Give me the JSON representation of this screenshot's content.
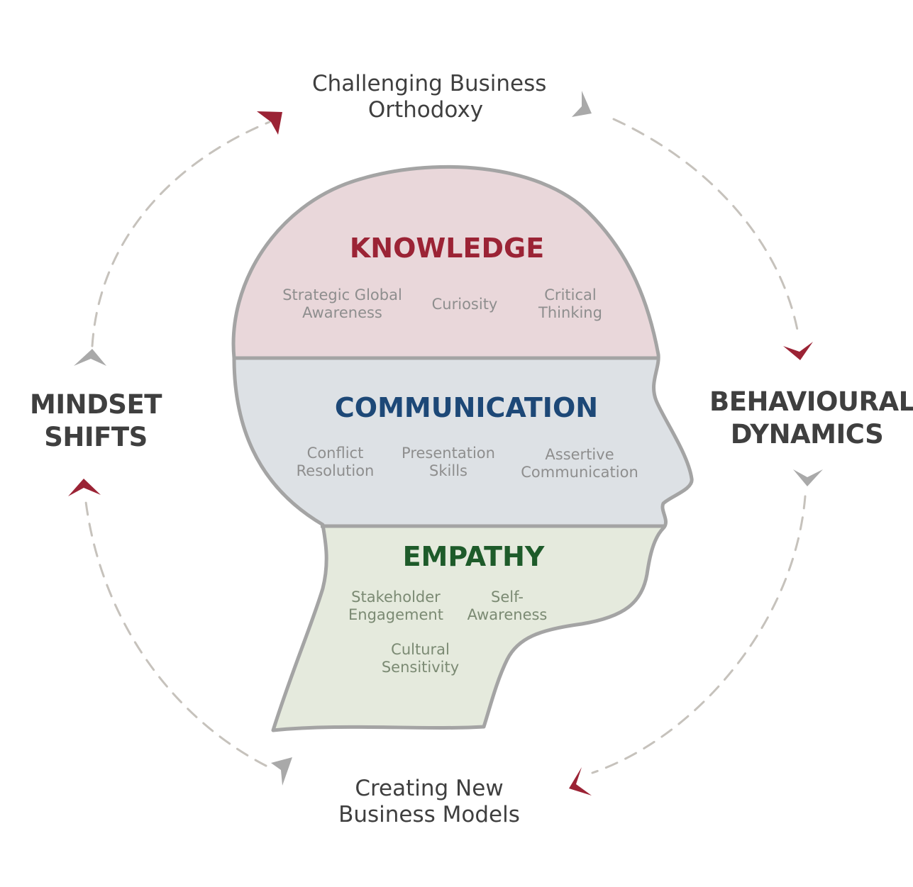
{
  "cycle": {
    "top": [
      "Challenging Business",
      "Orthodoxy"
    ],
    "left": [
      "MINDSET",
      "SHIFTS"
    ],
    "right": [
      "BEHAVIOURAL",
      "DYNAMICS"
    ],
    "bottom": [
      "Creating New",
      "Business Models"
    ]
  },
  "sections": {
    "knowledge": {
      "title": "KNOWLEDGE",
      "items": [
        [
          "Strategic Global",
          "Awareness"
        ],
        [
          "Curiosity"
        ],
        [
          "Critical",
          "Thinking"
        ]
      ]
    },
    "communication": {
      "title": "COMMUNICATION",
      "items": [
        [
          "Conflict",
          "Resolution"
        ],
        [
          "Presentation",
          "Skills"
        ],
        [
          "Assertive",
          "Communication"
        ]
      ]
    },
    "empathy": {
      "title": "EMPATHY",
      "items": [
        [
          "Stakeholder",
          "Engagement"
        ],
        [
          "Self-",
          "Awareness"
        ],
        [
          "Cultural",
          "Sensitivity"
        ]
      ]
    }
  },
  "colors": {
    "knowledge_title": "#9b2335",
    "communication_title": "#1d4877",
    "empathy_title": "#1e5b2a",
    "knowledge_band": "#e9d7da",
    "communication_band": "#dde1e5",
    "empathy_band": "#e5eadd",
    "head_outline": "#a4a4a4",
    "arc_dash": "#c6c2bc",
    "arrow_red": "#9b2335",
    "arrow_gray": "#a9a9a9"
  },
  "icons": [
    "arrowhead-red",
    "arrowhead-gray",
    "head-silhouette"
  ]
}
